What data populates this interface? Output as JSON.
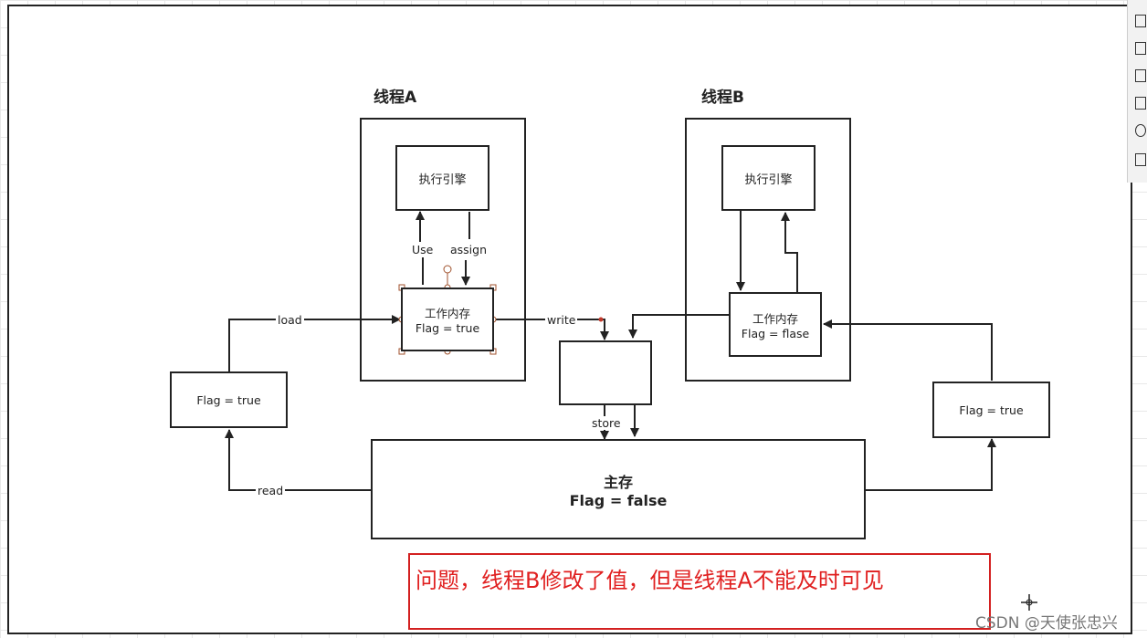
{
  "threads": {
    "a_title": "线程A",
    "b_title": "线程B"
  },
  "thread_a": {
    "engine": "执行引擎",
    "workmem_title": "工作内存",
    "workmem_value": "Flag = true",
    "use_label": "Use",
    "assign_label": "assign"
  },
  "thread_b": {
    "engine": "执行引擎",
    "workmem_title": "工作内存",
    "workmem_value": "Flag = flase"
  },
  "left_flag": "Flag = true",
  "right_flag": "Flag = true",
  "main_memory": {
    "title": "主存",
    "value": "Flag = false"
  },
  "labels": {
    "load": "load",
    "read": "read",
    "write": "write",
    "store": "store"
  },
  "note": "问题，线程B修改了值，但是线程A不能及时可见",
  "watermark": "CSDN @天使张忠兴",
  "colors": {
    "note_border": "#d32020",
    "note_text": "#e02020",
    "selection_handle": "#a0522d"
  }
}
